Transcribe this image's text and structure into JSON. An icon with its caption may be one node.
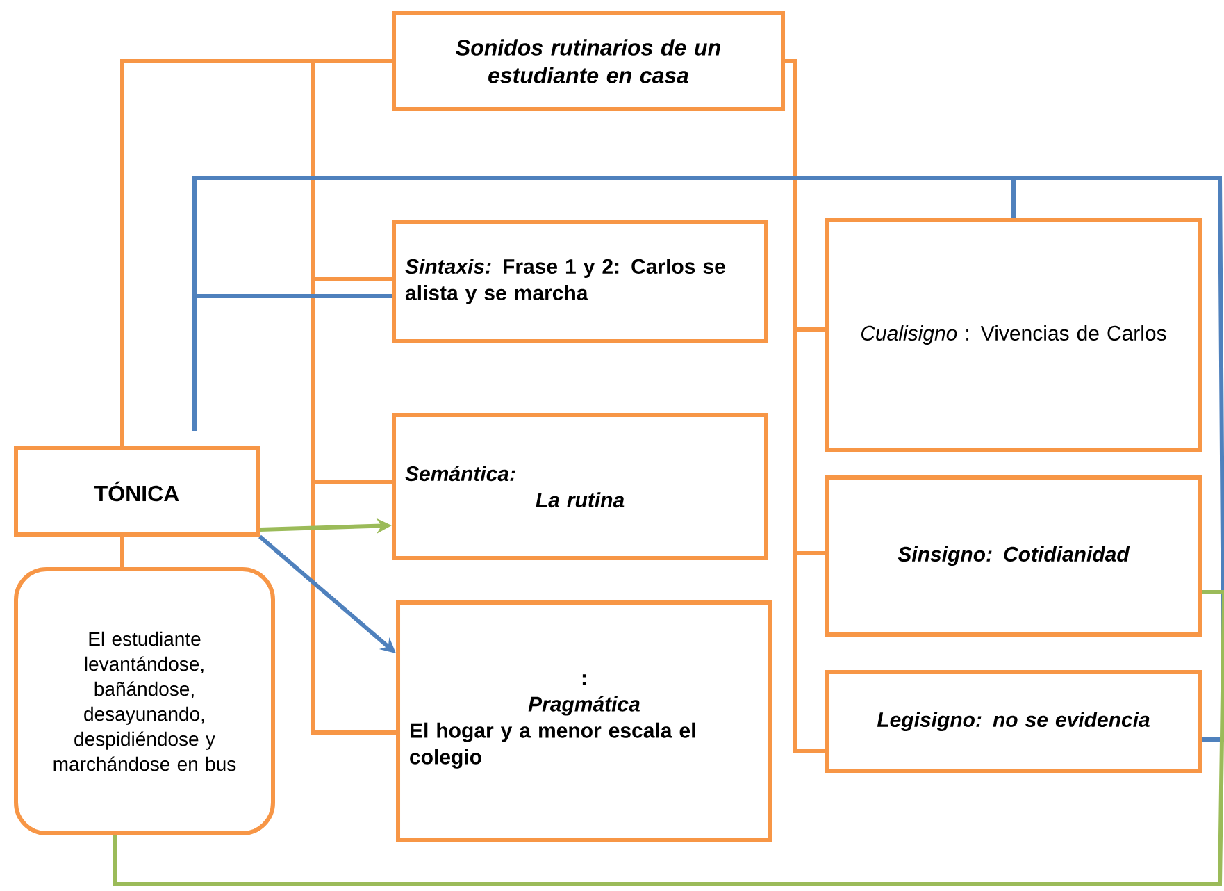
{
  "diagram": {
    "nodes": [
      {
        "text": [
          "Sonidos rutinarios de un estudiante en casa"
        ]
      },
      {
        "text": [
          "*Sintaxis:* Frase 1 y 2: Carlos se alista y se marcha"
        ]
      },
      {
        "text": [
          "Semántica:",
          "La rutina"
        ]
      },
      {
        "text": [
          ":",
          "Pragmática",
          "El hogar y a menor escala el colegio"
        ]
      },
      {
        "text": [
          "*Cualisigno* : Vivencias de Carlos"
        ]
      },
      {
        "text": [
          "Sinsigno: Cotidianidad"
        ]
      },
      {
        "text": [
          "Legisigno: no se evidencia"
        ]
      },
      {
        "text": [
          "TÓNICA"
        ]
      },
      {
        "text": [
          "El estudiante levantándose, bañándose, desayunando, despidiéndose y marchándose en bus"
        ]
      }
    ],
    "edges": [
      {
        "from": 7,
        "to": 0,
        "arrow": "none"
      },
      {
        "from": 0,
        "to": 1,
        "arrow": "none"
      },
      {
        "from": 0,
        "to": 2,
        "arrow": "none"
      },
      {
        "from": 0,
        "to": 3,
        "arrow": "none"
      },
      {
        "from": 0,
        "to": 4,
        "arrow": "none"
      },
      {
        "from": 0,
        "to": 5,
        "arrow": "none"
      },
      {
        "from": 0,
        "to": 6,
        "arrow": "none"
      },
      {
        "from": 7,
        "to": 1,
        "arrow": "none",
        "color": "#4f81bd"
      },
      {
        "from": 7,
        "to": 4,
        "arrow": "none",
        "color": "#4f81bd"
      },
      {
        "from": 7,
        "to": 6,
        "arrow": "none",
        "color": "#4f81bd"
      },
      {
        "from": 7,
        "to": 2,
        "arrow": "to",
        "color": "#9bbb59"
      },
      {
        "from": 7,
        "to": 3,
        "arrow": "to",
        "color": "#4f81bd"
      },
      {
        "from": 8,
        "to": 5,
        "arrow": "none",
        "color": "#9bbb59"
      },
      {
        "from": 7,
        "to": 8,
        "arrow": "none"
      }
    ]
  }
}
